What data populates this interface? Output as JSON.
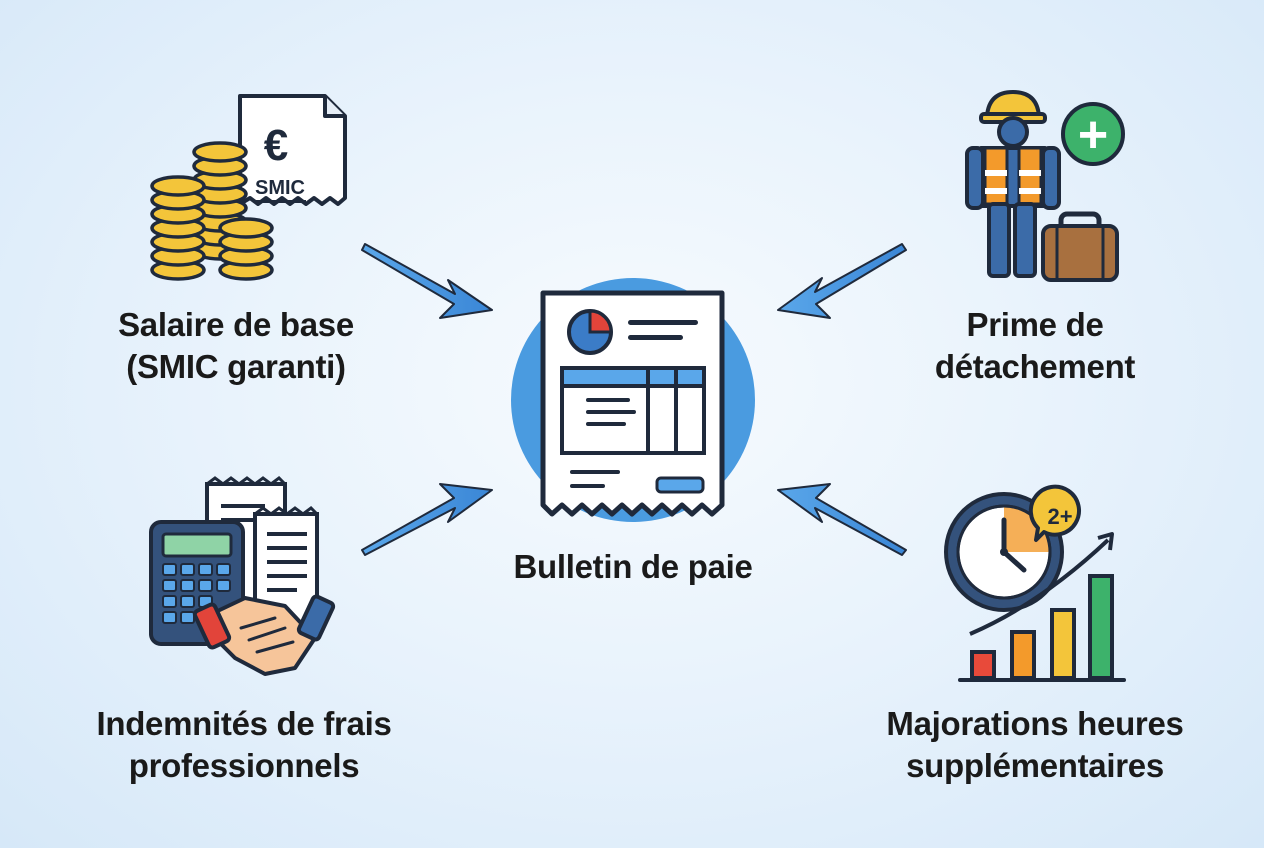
{
  "center": {
    "label": "Bulletin de paie",
    "circle_color": "#4a9be0",
    "icon": "payslip-icon"
  },
  "inputs": {
    "base_salary": {
      "line1": "Salaire de base",
      "line2": "(SMIC garanti)",
      "icon": "coins-and-smic-receipt-icon",
      "receipt_symbol": "€",
      "receipt_text": "SMIC"
    },
    "posting_bonus": {
      "line1": "Prime de",
      "line2": "détachement",
      "icon": "worker-with-suitcase-icon",
      "plus_symbol": "+"
    },
    "allowances": {
      "line1": "Indemnités de frais",
      "line2": "professionnels",
      "icon": "calculator-handshake-receipts-icon"
    },
    "overtime": {
      "line1": "Majorations heures",
      "line2": "supplémentaires",
      "icon": "clock-growth-chart-icon",
      "badge_text": "2+"
    }
  },
  "colors": {
    "arrow": "#3f8fdc",
    "outline": "#1f2a3c",
    "coin": "#f3c53a",
    "vest": "#f39a2b",
    "suitcase": "#a8703f",
    "plus_green": "#3db26b",
    "calc_body": "#34527c",
    "calc_screen": "#8fd3a6",
    "skin": "#f6c59a",
    "cuff_red": "#e2443a",
    "bar_red": "#e84a3a",
    "bar_orange": "#f39a2b",
    "bar_yellow": "#f3c53a",
    "bar_green": "#3db26b"
  }
}
